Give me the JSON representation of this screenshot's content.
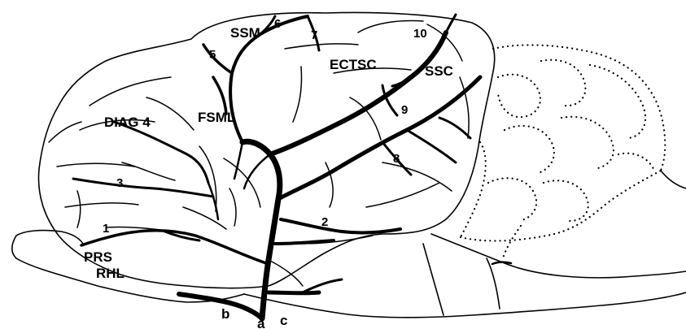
{
  "figure": {
    "labels": {
      "ssm": "SSM",
      "n6": "6",
      "n7": "7",
      "n10": "10",
      "n5": "5",
      "ectsc": "ECTSC",
      "ssc": "SSC",
      "diag4": "DIAG 4",
      "fsml": "FSML",
      "n9": "9",
      "n8": "8",
      "n3": "3",
      "n2": "2",
      "n1": "1",
      "prs": "PRS",
      "rhl": "RHL",
      "b": "b",
      "a": "a",
      "c": "c"
    },
    "colors": {
      "ink": "#000000",
      "background": "#ffffff"
    }
  }
}
